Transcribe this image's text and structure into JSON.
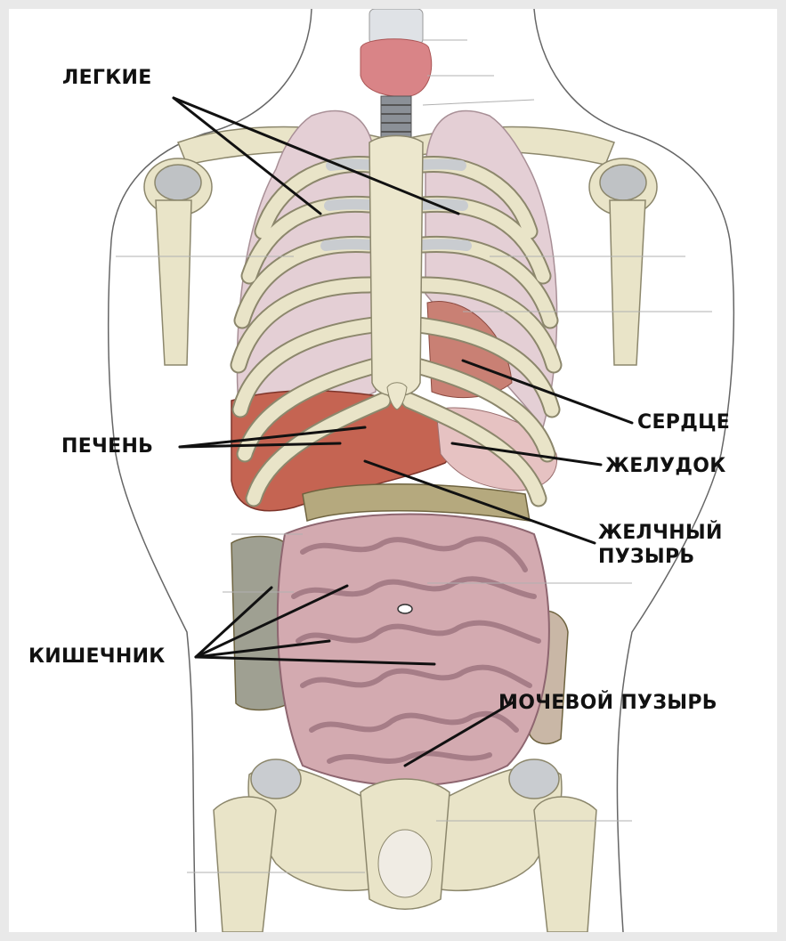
{
  "labels": {
    "lungs": "ЛЕГКИЕ",
    "heart": "СЕРДЦЕ",
    "liver": "ПЕЧЕНЬ",
    "stomach": "ЖЕЛУДОК",
    "gallbladder_line1": "ЖЕЛЧНЫЙ",
    "gallbladder_line2": "ПУЗЫРЬ",
    "intestine": "КИШЕЧНИК",
    "bladder": "МОЧЕВОЙ ПУЗЫРЬ"
  },
  "colors": {
    "background": "#ffffff",
    "bone": "#e9e4c8",
    "cartilage": "#c9ccd0",
    "lung": "#e4cfd5",
    "liver": "#c56452",
    "intestine": "#d3aab0",
    "thyroid": "#d98487",
    "leader_line": "#111111"
  }
}
